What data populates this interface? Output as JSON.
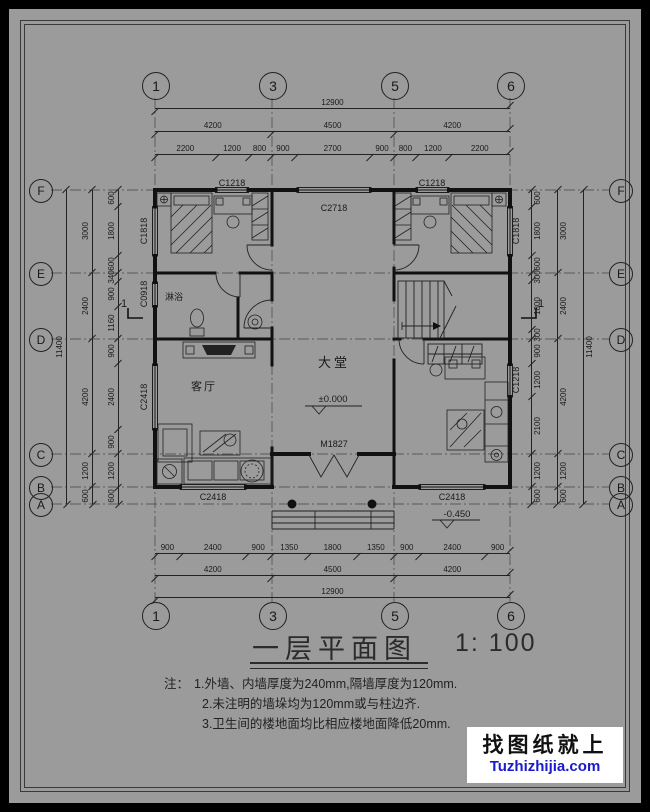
{
  "title": {
    "text": "一层平面图",
    "scale": "1: 100"
  },
  "notes": {
    "prefix": "注：",
    "items": [
      "1.外墙、内墙厚度为240mm,隔墙厚度为120mm.",
      "2.未注明的墙垛均为120mm或与柱边齐.",
      "3.卫生间的楼地面均比相应楼地面降低20mm."
    ]
  },
  "watermark": {
    "line1": "找图纸就上",
    "line2": "Tuzhizhijia.com",
    "accent": "#1a1acd"
  },
  "axes": {
    "top": [
      "1",
      "3",
      "5",
      "6"
    ],
    "bottom": [
      "1",
      "3",
      "5",
      "6"
    ],
    "left": [
      "F",
      "E",
      "D",
      "C",
      "B",
      "A"
    ],
    "right": [
      "F",
      "E",
      "D",
      "C",
      "B",
      "A"
    ]
  },
  "dims": {
    "top": {
      "total": "12900",
      "major": [
        "4200",
        "4500",
        "4200"
      ],
      "minor": [
        "2200",
        "1200",
        "800",
        "900",
        "2700",
        "900",
        "800",
        "1200",
        "2200"
      ]
    },
    "bottom": {
      "total": "12900",
      "major": [
        "4200",
        "4500",
        "4200"
      ],
      "minor": [
        "900",
        "2400",
        "900",
        "1350",
        "1800",
        "1350",
        "900",
        "2400",
        "900"
      ]
    },
    "left": {
      "total": "11400",
      "major": [
        "3000",
        "2400",
        "4200",
        "1200",
        "600"
      ],
      "minor": [
        "600",
        "1800",
        "600",
        "340",
        "900",
        "1160",
        "900",
        "2400",
        "900",
        "1200",
        "600"
      ]
    },
    "right": {
      "total": "11400",
      "major": [
        "3000",
        "2400",
        "4200",
        "1200",
        "600"
      ],
      "minor": [
        "600",
        "1800",
        "600",
        "300",
        "1800",
        "300",
        "900",
        "1200",
        "2100",
        "1200",
        "600"
      ]
    }
  },
  "plan": {
    "rooms": {
      "hall": "大堂",
      "living": "客厅",
      "shower": "淋浴"
    },
    "levels": {
      "indoor": "±0.000",
      "outdoor": "-0.450"
    },
    "door_main": "M1827",
    "section": "1",
    "windows": {
      "top_left": "C1218",
      "top_center": "C2718",
      "top_right": "C1218",
      "left_upper": "C1818",
      "left_mid": "C0918",
      "left_lower": "C2418",
      "right_upper": "C1818",
      "right_lower": "C1218",
      "bottom_left": "C2418",
      "bottom_right": "C2418"
    }
  }
}
